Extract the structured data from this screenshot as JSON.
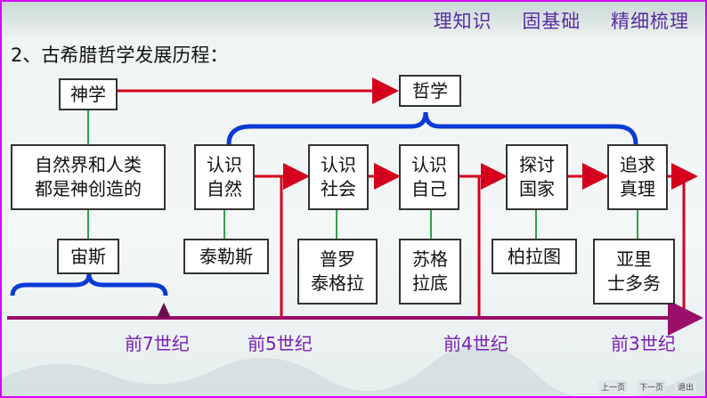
{
  "banner": {
    "tab1": "理知识",
    "tab2": "固基础",
    "tab3": "精细梳理"
  },
  "heading": "2、古希腊哲学发展历程：",
  "boxes": {
    "theology": "神学",
    "philosophy": "哲学",
    "theology_desc_1": "自然界和人类",
    "theology_desc_2": "都是神创造的",
    "zeus": "宙斯",
    "nature_1": "认识",
    "nature_2": "自然",
    "thales": "泰勒斯",
    "society_1": "认识",
    "society_2": "社会",
    "protagoras_1": "普罗",
    "protagoras_2": "泰格拉",
    "self_1": "认识",
    "self_2": "自己",
    "socrates_1": "苏格",
    "socrates_2": "拉底",
    "state_1": "探讨",
    "state_2": "国家",
    "plato": "柏拉图",
    "truth_1": "追求",
    "truth_2": "真理",
    "aristotle_1": "亚里",
    "aristotle_2": "士多务"
  },
  "timeline": {
    "era1": "前7世纪",
    "era2": "前5世纪",
    "era3": "前4世纪",
    "era4": "前3世纪"
  },
  "footer": {
    "prev": "上一页",
    "next": "下一页",
    "exit": "退出"
  },
  "colors": {
    "arrow_red": "#d4001c",
    "brace_blue": "#0a3ad6",
    "connector_green": "#2fa14a",
    "banner_text": "#5a2ca0",
    "era_text": "#7a1fb3",
    "timeline": "#9b0f6a"
  }
}
